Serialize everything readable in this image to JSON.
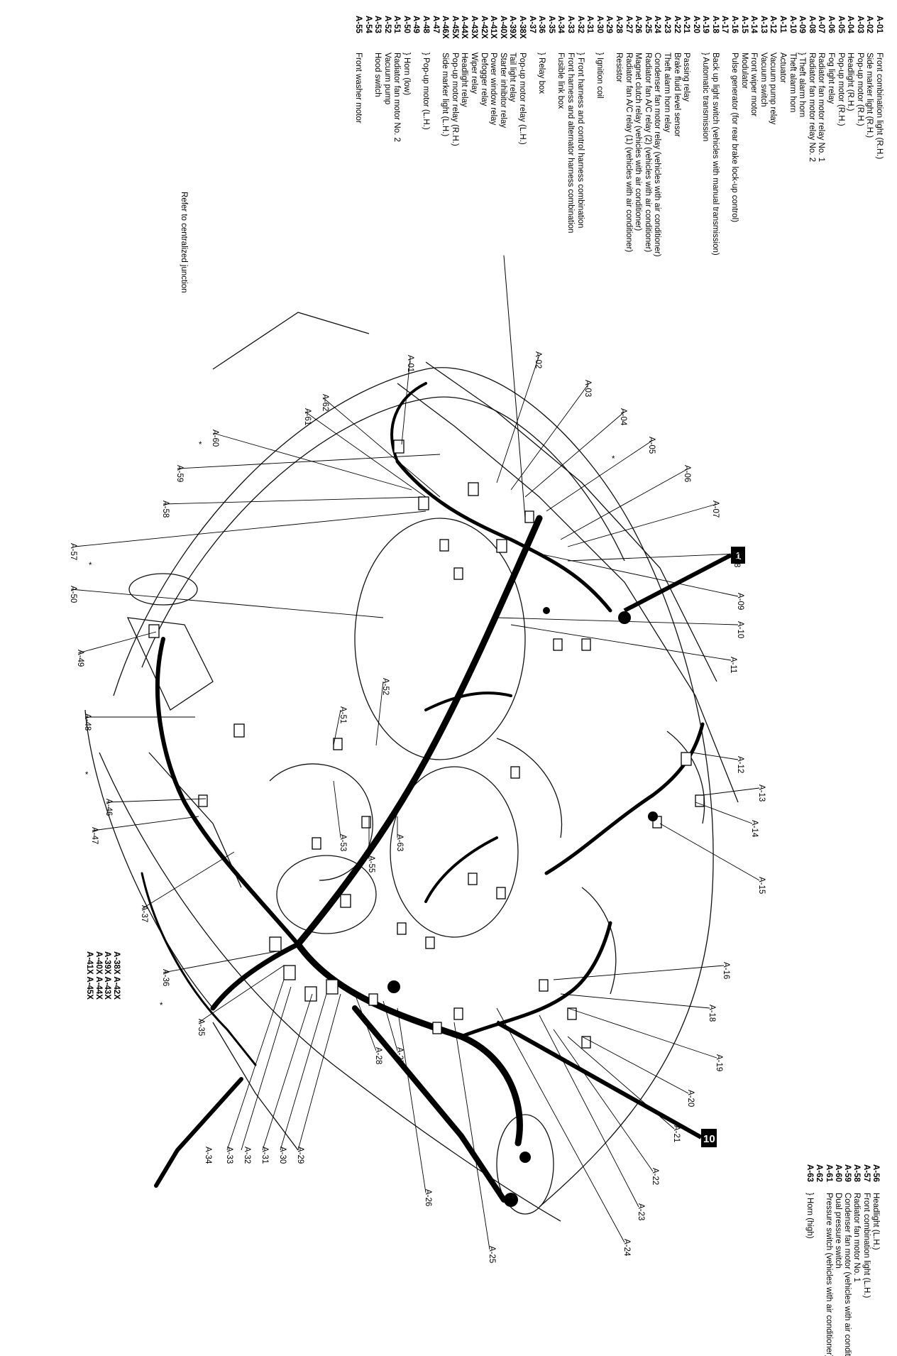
{
  "legend_left": [
    {
      "code": "A-01",
      "desc": "Front combination light (R.H.)"
    },
    {
      "code": "A-02",
      "desc": "Side marker light (R.H.)"
    },
    {
      "code": "A-03",
      "desc": "Pop-up motor (R.H.)"
    },
    {
      "code": "A-04",
      "desc": "Headlight (R.H.)"
    },
    {
      "code": "A-05",
      "desc": "Pop-up motor (R.H.)"
    },
    {
      "code": "A-06",
      "desc": "Fog light relay"
    },
    {
      "code": "A-07",
      "desc": "Radiator fan motor relay No. 1"
    },
    {
      "code": "A-08",
      "desc": "Radiator fan motor relay No. 2"
    },
    {
      "code": "A-09",
      "desc": "} Theft alarm horn"
    },
    {
      "code": "A-10",
      "desc": "Theft alarm horn"
    },
    {
      "code": "A-11",
      "desc": "Actuator"
    },
    {
      "code": "A-12",
      "desc": "Vacuum pump relay"
    },
    {
      "code": "A-13",
      "desc": "Vacuum switch"
    },
    {
      "code": "A-14",
      "desc": "Front wiper motor"
    },
    {
      "code": "A-15",
      "desc": "Modulator"
    },
    {
      "code": "A-16",
      "desc": "Pulse generator (for rear brake lock-up control)"
    },
    {
      "code": "A-17",
      "desc": ""
    },
    {
      "code": "A-18",
      "desc": "Back up light switch (vehicles with manual transmission)"
    },
    {
      "code": "A-19",
      "desc": "} Automatic transmission"
    },
    {
      "code": "A-20",
      "desc": ""
    },
    {
      "code": "A-21",
      "desc": "Passing relay"
    },
    {
      "code": "A-22",
      "desc": "Brake fluid level sensor"
    },
    {
      "code": "A-23",
      "desc": "Theft alarm horn relay"
    },
    {
      "code": "A-24",
      "desc": "Condenser fan motor relay (vehicles with air conditioner)"
    },
    {
      "code": "A-25",
      "desc": "Radiator fan A/C relay (2) (vehicles with air conditioner)"
    },
    {
      "code": "A-26",
      "desc": "Magnet clutch relay (vehicles with air conditioner)"
    },
    {
      "code": "A-27",
      "desc": "Radiator fan A/C relay (1) (vehicles with air conditioner)"
    },
    {
      "code": "A-28",
      "desc": "Resistor"
    },
    {
      "code": "A-29",
      "desc": ""
    },
    {
      "code": "A-30",
      "desc": "} Ignition coil"
    },
    {
      "code": "A-31",
      "desc": ""
    },
    {
      "code": "A-32",
      "desc": "} Front harness and control harness combination"
    },
    {
      "code": "A-33",
      "desc": "Front harness and alternator harness combination"
    },
    {
      "code": "A-34",
      "desc": "Fusible link box"
    },
    {
      "code": "A-35",
      "desc": ""
    },
    {
      "code": "A-36",
      "desc": "} Relay box"
    },
    {
      "code": "A-37",
      "desc": ""
    },
    {
      "code": "A-38X",
      "desc": "Pop-up motor relay (L.H.)"
    },
    {
      "code": "A-39X",
      "desc": "Tail light relay"
    },
    {
      "code": "A-40X",
      "desc": "Starter inhibitor relay"
    },
    {
      "code": "A-41X",
      "desc": "Power window relay"
    },
    {
      "code": "A-42X",
      "desc": "Defogger relay"
    },
    {
      "code": "A-43X",
      "desc": "Wiper relay"
    },
    {
      "code": "A-44X",
      "desc": "Headlight relay"
    },
    {
      "code": "A-45X",
      "desc": "Pop-up motor relay (R.H.)"
    },
    {
      "code": "A-46X",
      "desc": "Side marker light (L.H.)"
    },
    {
      "code": "A-47",
      "desc": ""
    },
    {
      "code": "A-48",
      "desc": "} Pop-up motor (L.H.)"
    },
    {
      "code": "A-49",
      "desc": ""
    },
    {
      "code": "A-50",
      "desc": "} Horn (low)"
    },
    {
      "code": "A-51",
      "desc": "Radiator fan motor No. 2"
    },
    {
      "code": "A-52",
      "desc": "Vacuum pump"
    },
    {
      "code": "A-53",
      "desc": "Hood switch"
    },
    {
      "code": "A-54",
      "desc": ""
    },
    {
      "code": "A-55",
      "desc": "Front washer motor"
    }
  ],
  "refer_note": "Refer to centralized junction",
  "legend_right": [
    {
      "code": "A-56",
      "desc": "Headlight (L.H.)"
    },
    {
      "code": "A-57",
      "desc": "Front combination light (L.H.)"
    },
    {
      "code": "A-58",
      "desc": "Radiator fan motor No. 1"
    },
    {
      "code": "A-59",
      "desc": "Condenser fan motor (vehicles with air conditioner)"
    },
    {
      "code": "A-60",
      "desc": "Dual pressure switch"
    },
    {
      "code": "A-61",
      "desc": "Pressure switch (vehicles with air conditioner)"
    },
    {
      "code": "A-62",
      "desc": ""
    },
    {
      "code": "A-63",
      "desc": "} Horn (high)"
    }
  ],
  "relay_box_callout": [
    "A-38X A-42X",
    "A-39X A-43X",
    "A-40X A-44X",
    "A-41X A-45X"
  ],
  "badges": {
    "one": "1",
    "ten": "10"
  },
  "callouts": [
    "A-01",
    "A-02",
    "A-03",
    "A-04",
    "A-05",
    "A-06",
    "A-07",
    "A-08",
    "A-09",
    "A-10",
    "A-11",
    "A-12",
    "A-13",
    "A-14",
    "A-15",
    "A-16",
    "A-18",
    "A-19",
    "A-20",
    "A-21",
    "A-22",
    "A-23",
    "A-24",
    "A-25",
    "A-26",
    "A-27",
    "A-28",
    "A-29",
    "A-30",
    "A-31",
    "A-32",
    "A-33",
    "A-34",
    "A-35",
    "A-36",
    "A-37",
    "A-46",
    "A-47",
    "A-48",
    "A-49",
    "A-50",
    "A-51",
    "A-52",
    "A-53",
    "A-55",
    "A-57",
    "A-58",
    "A-59",
    "A-60",
    "A-61",
    "A-62",
    "A-63"
  ]
}
